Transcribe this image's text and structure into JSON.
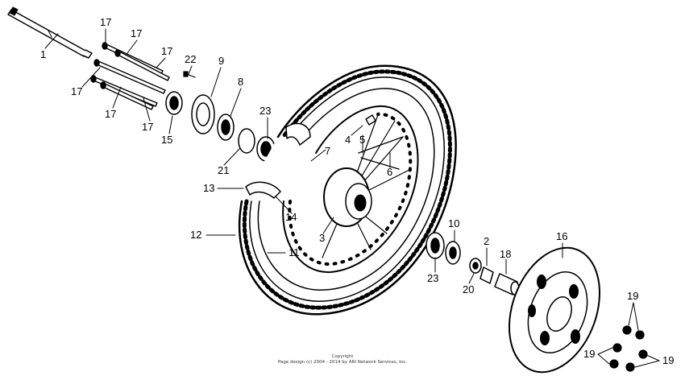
{
  "callouts": {
    "c1": "1",
    "c2": "2",
    "c3": "3",
    "c4": "4",
    "c5": "5",
    "c6": "6",
    "c7": "7",
    "c8": "8",
    "c9": "9",
    "c10": "10",
    "c11": "11",
    "c12": "12",
    "c13": "13",
    "c14": "14",
    "c15": "15",
    "c16": "16",
    "c17": "17",
    "c18": "18",
    "c19": "19",
    "c20": "20",
    "c21": "21",
    "c22": "22",
    "c23": "23"
  },
  "footer": {
    "copyright": "Copyright",
    "credit": "Page design (c) 2004 - 2014 by ARI Network Services, Inc."
  }
}
